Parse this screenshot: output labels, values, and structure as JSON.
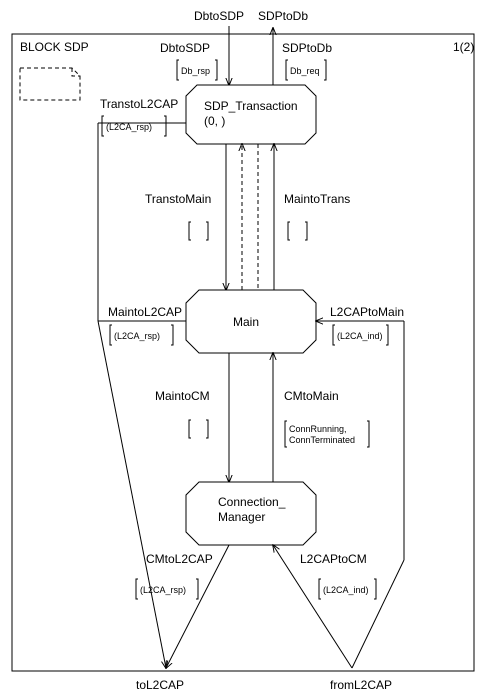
{
  "block": {
    "title": "BLOCK SDP",
    "page": "1(2)"
  },
  "processes": {
    "transaction": {
      "line1": "SDP_Transaction",
      "line2": "(0, )"
    },
    "main": {
      "label": "Main"
    },
    "conn_manager": {
      "line1": "Connection_",
      "line2": "Manager"
    }
  },
  "gates": {
    "top_left": "DbtoSDP",
    "top_right": "SDPtoDb",
    "bottom_left": "toL2CAP",
    "bottom_right": "fromL2CAP"
  },
  "channels": {
    "db_to_sdp": {
      "name": "DbtoSDP",
      "signals": "Db_rsp"
    },
    "sdp_to_db": {
      "name": "SDPtoDb",
      "signals": "Db_req"
    },
    "trans_to_l2cap": {
      "name": "TranstoL2CAP",
      "signals": "(L2CA_rsp)"
    },
    "trans_to_main": {
      "name": "TranstoMain",
      "signals": ""
    },
    "main_to_trans": {
      "name": "MaintoTrans",
      "signals": ""
    },
    "main_to_l2cap": {
      "name": "MaintoL2CAP",
      "signals": "(L2CA_rsp)"
    },
    "l2cap_to_main": {
      "name": "L2CAPtoMain",
      "signals": "(L2CA_ind)"
    },
    "main_to_cm": {
      "name": "MaintoCM",
      "signals": ""
    },
    "cm_to_main": {
      "name": "CMtoMain",
      "signals_line1": "ConnRunning,",
      "signals_line2": "ConnTerminated"
    },
    "cm_to_l2cap": {
      "name": "CMtoL2CAP",
      "signals": "(L2CA_rsp)"
    },
    "l2cap_to_cm": {
      "name": "L2CAPtoCM",
      "signals": "(L2CA_ind)"
    }
  }
}
